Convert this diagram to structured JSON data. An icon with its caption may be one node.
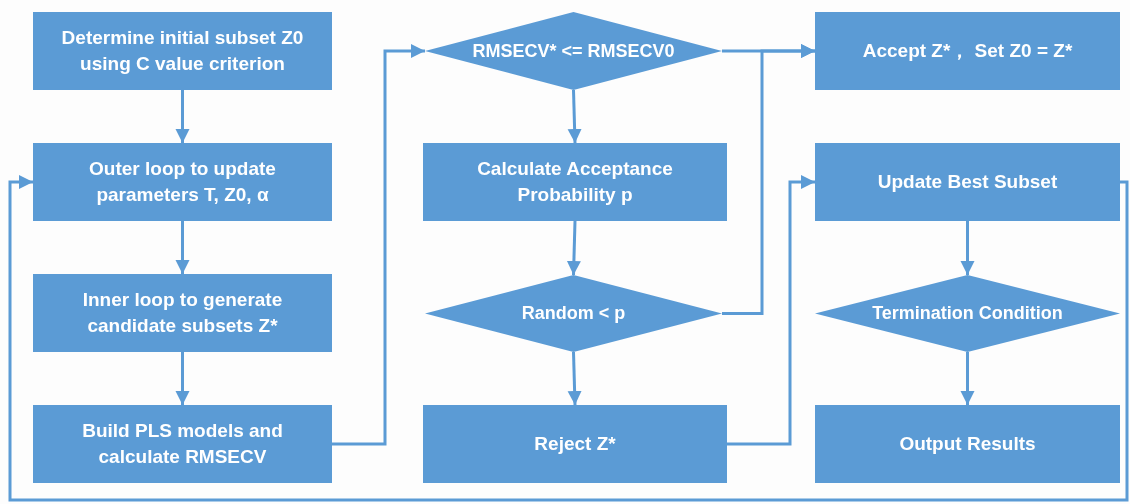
{
  "diagram": {
    "nodes": [
      {
        "text": [
          "Determine initial subset Z0 using C value criterion"
        ]
      },
      {
        "text": [
          "Outer loop to update parameters T, Z0, α"
        ]
      },
      {
        "text": [
          "Inner loop to generate candidate subsets Z*"
        ]
      },
      {
        "text": [
          "Build PLS models and calculate RMSECV"
        ]
      },
      {
        "text": [
          "RMSECV* <= RMSECV0"
        ]
      },
      {
        "text": [
          "Calculate Acceptance Probability p"
        ]
      },
      {
        "text": [
          "Random < p"
        ]
      },
      {
        "text": [
          "Reject Z*"
        ]
      },
      {
        "text": [
          "Accept Z*， Set Z0 = Z*"
        ]
      },
      {
        "text": [
          "Update Best Subset"
        ]
      },
      {
        "text": [
          "Termination Condition"
        ]
      },
      {
        "text": [
          "Output Results"
        ]
      }
    ],
    "edges": [
      {
        "from": 0,
        "to": 1,
        "arrow": "to"
      },
      {
        "from": 1,
        "to": 2,
        "arrow": "to"
      },
      {
        "from": 2,
        "to": 3,
        "arrow": "to"
      },
      {
        "from": 3,
        "to": 4,
        "arrow": "to"
      },
      {
        "from": 4,
        "to": 5,
        "arrow": "to"
      },
      {
        "from": 5,
        "to": 6,
        "arrow": "to"
      },
      {
        "from": 6,
        "to": 7,
        "arrow": "to"
      },
      {
        "from": 4,
        "to": 8,
        "arrow": "to"
      },
      {
        "from": 6,
        "to": 8,
        "arrow": "to"
      },
      {
        "from": 7,
        "to": 9,
        "arrow": "to"
      },
      {
        "from": 9,
        "to": 1,
        "arrow": "to"
      },
      {
        "from": 9,
        "to": 10,
        "arrow": "to"
      },
      {
        "from": 10,
        "to": 11,
        "arrow": "to"
      }
    ]
  }
}
